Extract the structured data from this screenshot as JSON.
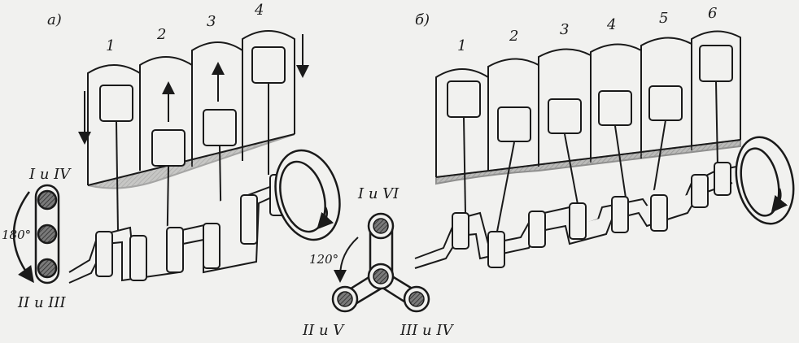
{
  "panel_a": {
    "label": "а)",
    "cylinders": [
      "1",
      "2",
      "3",
      "4"
    ],
    "crank_pairs": [
      "I и IV",
      "II и III"
    ],
    "angle": "180°"
  },
  "panel_b": {
    "label": "б)",
    "cylinders": [
      "1",
      "2",
      "3",
      "4",
      "5",
      "6"
    ],
    "crank_pairs": [
      "I и VI",
      "II и V",
      "III и IV"
    ],
    "angle": "120°"
  },
  "colors": {
    "ink": "#1a1a1a",
    "paper": "#f1f1ef",
    "hatch": "#444444"
  }
}
